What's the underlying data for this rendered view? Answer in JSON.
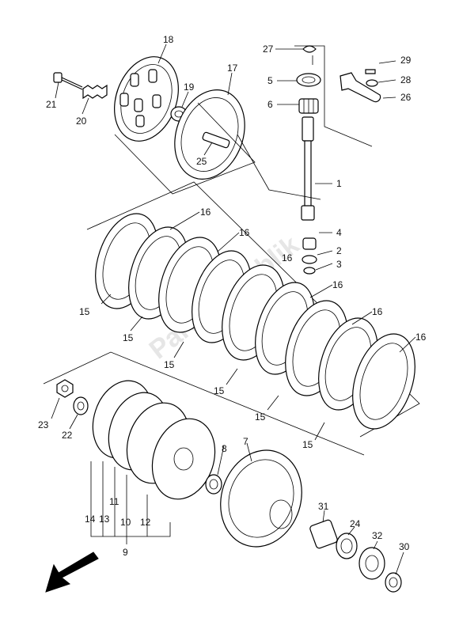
{
  "watermark": "PartsRepublik",
  "callouts": {
    "c1": "1",
    "c2": "2",
    "c3": "3",
    "c4": "4",
    "c5": "5",
    "c6": "6",
    "c7": "7",
    "c8": "8",
    "c9": "9",
    "c10": "10",
    "c11": "11",
    "c12": "12",
    "c13": "13",
    "c14": "14",
    "c15a": "15",
    "c15b": "15",
    "c15c": "15",
    "c15d": "15",
    "c15e": "15",
    "c15f": "15",
    "c16a": "16",
    "c16b": "16",
    "c16c": "16",
    "c16d": "16",
    "c16e": "16",
    "c16f": "16",
    "c17": "17",
    "c18": "18",
    "c19": "19",
    "c20": "20",
    "c21": "21",
    "c22": "22",
    "c23": "23",
    "c24": "24",
    "c25": "25",
    "c26": "26",
    "c27": "27",
    "c28": "28",
    "c29": "29",
    "c30": "30",
    "c31": "31",
    "c32": "32"
  }
}
